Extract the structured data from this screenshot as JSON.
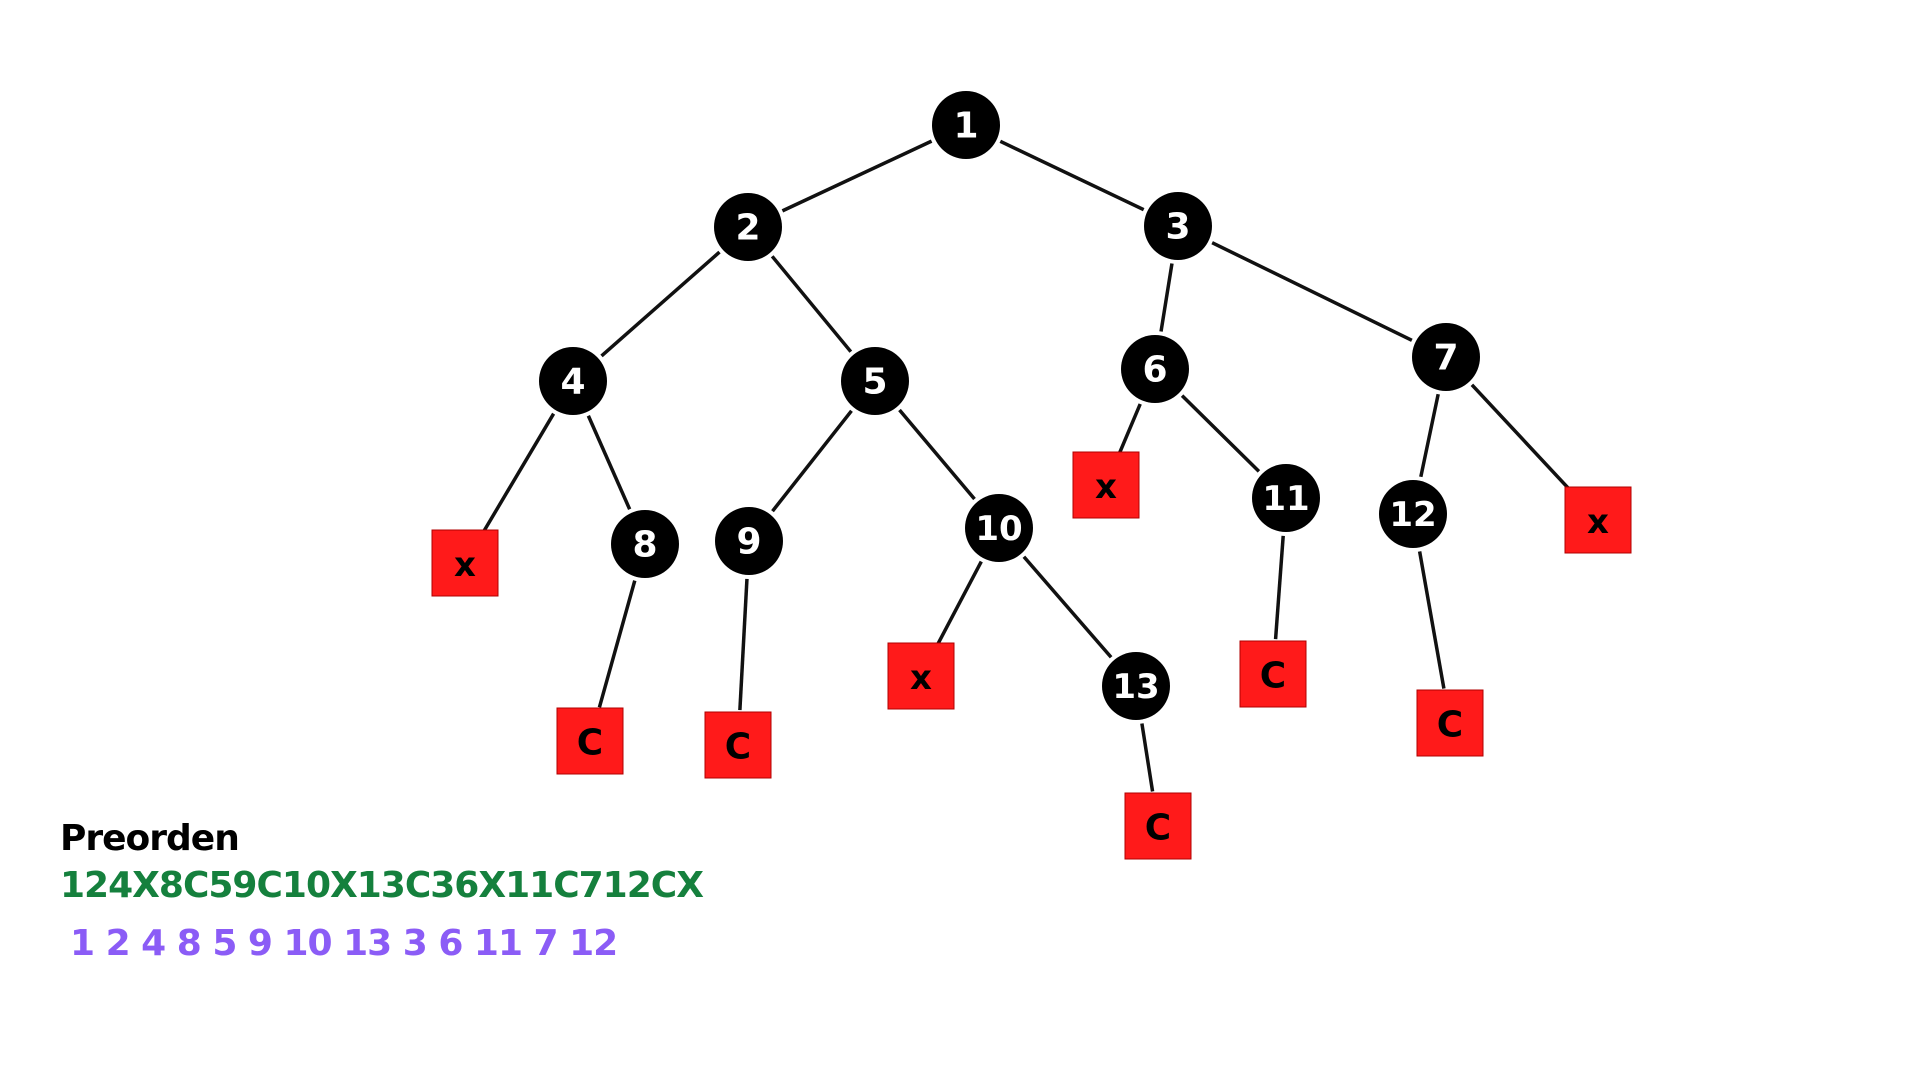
{
  "colors": {
    "node_fill": "#000000",
    "node_text": "#ffffff",
    "leaf_fill": "#ff1a1a",
    "leaf_text": "#000000",
    "edge": "#111111",
    "sequence_text": "#15803d",
    "order_text": "#8b5cf6"
  },
  "tree": {
    "nodes": [
      {
        "id": "n1",
        "label": "1"
      },
      {
        "id": "n2",
        "label": "2"
      },
      {
        "id": "n3",
        "label": "3"
      },
      {
        "id": "n4",
        "label": "4"
      },
      {
        "id": "n5",
        "label": "5"
      },
      {
        "id": "n6",
        "label": "6"
      },
      {
        "id": "n7",
        "label": "7"
      },
      {
        "id": "n8",
        "label": "8"
      },
      {
        "id": "n9",
        "label": "9"
      },
      {
        "id": "n10",
        "label": "10"
      },
      {
        "id": "n11",
        "label": "11"
      },
      {
        "id": "n12",
        "label": "12"
      },
      {
        "id": "n13",
        "label": "13"
      }
    ],
    "leaves": [
      {
        "id": "lx4",
        "label": "x"
      },
      {
        "id": "lc8",
        "label": "C"
      },
      {
        "id": "lc9",
        "label": "C"
      },
      {
        "id": "lx10",
        "label": "x"
      },
      {
        "id": "lc13",
        "label": "C"
      },
      {
        "id": "lx6",
        "label": "x"
      },
      {
        "id": "lc11",
        "label": "C"
      },
      {
        "id": "lc12",
        "label": "C"
      },
      {
        "id": "lx7",
        "label": "x"
      }
    ],
    "edges": [
      [
        "n1",
        "n2"
      ],
      [
        "n1",
        "n3"
      ],
      [
        "n2",
        "n4"
      ],
      [
        "n2",
        "n5"
      ],
      [
        "n3",
        "n6"
      ],
      [
        "n3",
        "n7"
      ],
      [
        "n4",
        "lx4"
      ],
      [
        "n4",
        "n8"
      ],
      [
        "n8",
        "lc8"
      ],
      [
        "n5",
        "n9"
      ],
      [
        "n5",
        "n10"
      ],
      [
        "n9",
        "lc9"
      ],
      [
        "n10",
        "lx10"
      ],
      [
        "n10",
        "n13"
      ],
      [
        "n13",
        "lc13"
      ],
      [
        "n6",
        "lx6"
      ],
      [
        "n6",
        "n11"
      ],
      [
        "n11",
        "lc11"
      ],
      [
        "n7",
        "n12"
      ],
      [
        "n7",
        "lx7"
      ],
      [
        "n12",
        "lc12"
      ]
    ]
  },
  "caption": {
    "title": "Preorden",
    "sequence": "124X8C59C10X13C36X11C712CX",
    "node_order": "1 2 4 8 5 9 10 13 3 6 11 7 12"
  }
}
